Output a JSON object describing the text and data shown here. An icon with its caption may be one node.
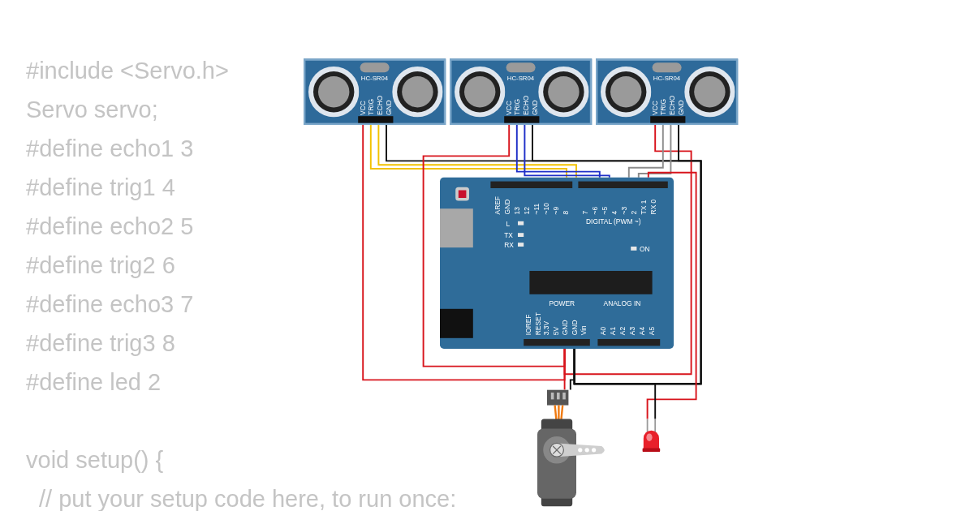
{
  "diagram": {
    "nodes": [
      {
        "text": [
          "HC-SR04",
          "VCC",
          "TRIG",
          "ECHO",
          "GND"
        ]
      },
      {
        "text": [
          "HC-SR04",
          "VCC",
          "TRIG",
          "ECHO",
          "GND"
        ]
      },
      {
        "text": [
          "HC-SR04",
          "VCC",
          "TRIG",
          "ECHO",
          "GND"
        ]
      },
      {
        "text": [
          "AREF",
          "GND",
          "13",
          "12",
          "~11",
          "~10",
          "~9",
          "8",
          "7",
          "~6",
          "~5",
          "4",
          "~3",
          "2",
          "TX 1",
          "RX 0",
          "DIGITAL (PWM ~)",
          "L",
          "TX",
          "RX",
          "ON",
          "IOREF",
          "RESET",
          "3.3V",
          "5V",
          "GND",
          "GND",
          "Vin",
          "POWER",
          "ANALOG IN",
          "A0",
          "A1",
          "A2",
          "A3",
          "A4",
          "A5"
        ]
      },
      {
        "text": [],
        "shape": "picture"
      },
      {
        "text": [],
        "shape": "picture"
      }
    ],
    "edges": [
      {
        "from": 0,
        "to": 3,
        "arrow": "none"
      },
      {
        "from": 0,
        "to": 3,
        "arrow": "none",
        "color": "#f2c200"
      },
      {
        "from": 0,
        "to": 3,
        "arrow": "none",
        "color": "#f2c200"
      },
      {
        "from": 0,
        "to": 3,
        "arrow": "none",
        "color": "#111111"
      },
      {
        "from": 1,
        "to": 3,
        "arrow": "none"
      },
      {
        "from": 1,
        "to": 3,
        "arrow": "none",
        "color": "#1f2fc8"
      },
      {
        "from": 1,
        "to": 3,
        "arrow": "none",
        "color": "#1f2fc8"
      },
      {
        "from": 1,
        "to": 3,
        "arrow": "none",
        "color": "#111111"
      },
      {
        "from": 2,
        "to": 3,
        "arrow": "none"
      },
      {
        "from": 2,
        "to": 3,
        "arrow": "none",
        "color": "#8c8c8c"
      },
      {
        "from": 2,
        "to": 3,
        "arrow": "none",
        "color": "#8c8c8c"
      },
      {
        "from": 2,
        "to": 3,
        "arrow": "none",
        "color": "#111111"
      },
      {
        "from": 3,
        "to": 4,
        "arrow": "none"
      },
      {
        "from": 3,
        "to": 4,
        "arrow": "none",
        "color": "#111111"
      },
      {
        "from": 3,
        "to": 5,
        "arrow": "none"
      },
      {
        "from": 3,
        "to": 5,
        "arrow": "none",
        "color": "#111111"
      }
    ],
    "labels": [
      "#include <Servo.h>",
      "Servo servo;",
      "#define echo1 3",
      "#define trig1 4",
      "#define echo2 5",
      "#define trig2 6",
      "#define echo3 7",
      "#define trig3 8",
      "#define led 2",
      "void setup() {",
      "// put your setup code here, to run once:"
    ]
  }
}
